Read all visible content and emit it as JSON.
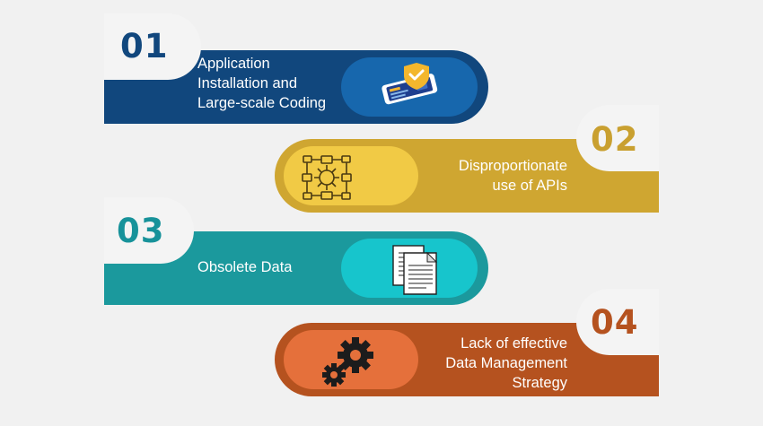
{
  "items": [
    {
      "number": "01",
      "lines": [
        "Application",
        "Installation and",
        "Large-scale Coding"
      ],
      "icon": "mobile-security-icon",
      "colors": {
        "band": "#11477d",
        "pill": "#1767ad",
        "number": "#11477d"
      }
    },
    {
      "number": "02",
      "lines": [
        "Disproportionate",
        "use of APIs"
      ],
      "icon": "api-network-icon",
      "colors": {
        "band": "#cfa631",
        "pill": "#f1ca45",
        "number": "#c9a030"
      }
    },
    {
      "number": "03",
      "lines": [
        "Obsolete Data"
      ],
      "icon": "documents-icon",
      "colors": {
        "band": "#1b999d",
        "pill": "#17c5cc",
        "number": "#17929a"
      }
    },
    {
      "number": "04",
      "lines": [
        "Lack of effective",
        "Data Management",
        "Strategy"
      ],
      "icon": "gears-icon",
      "colors": {
        "band": "#b5521f",
        "pill": "#e5703b",
        "number": "#b5521f"
      }
    }
  ]
}
